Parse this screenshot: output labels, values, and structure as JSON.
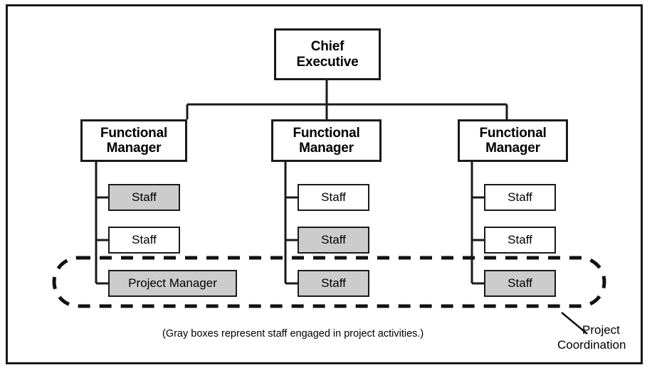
{
  "diagram": {
    "type": "organizational-chart",
    "variant": "weak-matrix-organization",
    "caption": "(Gray boxes represent staff engaged in project activities.)",
    "annotation": {
      "line1": "Project",
      "line2": "Coordination",
      "full": "Project Coordination"
    },
    "colors": {
      "gray_fill": "#cccccc",
      "white_fill": "#ffffff",
      "line": "#1a1a1a",
      "background": "#ffffff"
    },
    "executive": {
      "line1": "Chief",
      "line2": "Executive",
      "full": "Chief Executive"
    },
    "columns": [
      {
        "manager": {
          "line1": "Functional",
          "line2": "Manager",
          "full": "Functional Manager"
        },
        "reports": [
          {
            "label": "Staff",
            "shaded": true
          },
          {
            "label": "Staff",
            "shaded": false
          },
          {
            "label": "Project Manager",
            "shaded": true
          }
        ]
      },
      {
        "manager": {
          "line1": "Functional",
          "line2": "Manager",
          "full": "Functional Manager"
        },
        "reports": [
          {
            "label": "Staff",
            "shaded": false
          },
          {
            "label": "Staff",
            "shaded": true
          },
          {
            "label": "Staff",
            "shaded": true
          }
        ]
      },
      {
        "manager": {
          "line1": "Functional",
          "line2": "Manager",
          "full": "Functional Manager"
        },
        "reports": [
          {
            "label": "Staff",
            "shaded": false
          },
          {
            "label": "Staff",
            "shaded": false
          },
          {
            "label": "Staff",
            "shaded": true
          }
        ]
      }
    ]
  }
}
